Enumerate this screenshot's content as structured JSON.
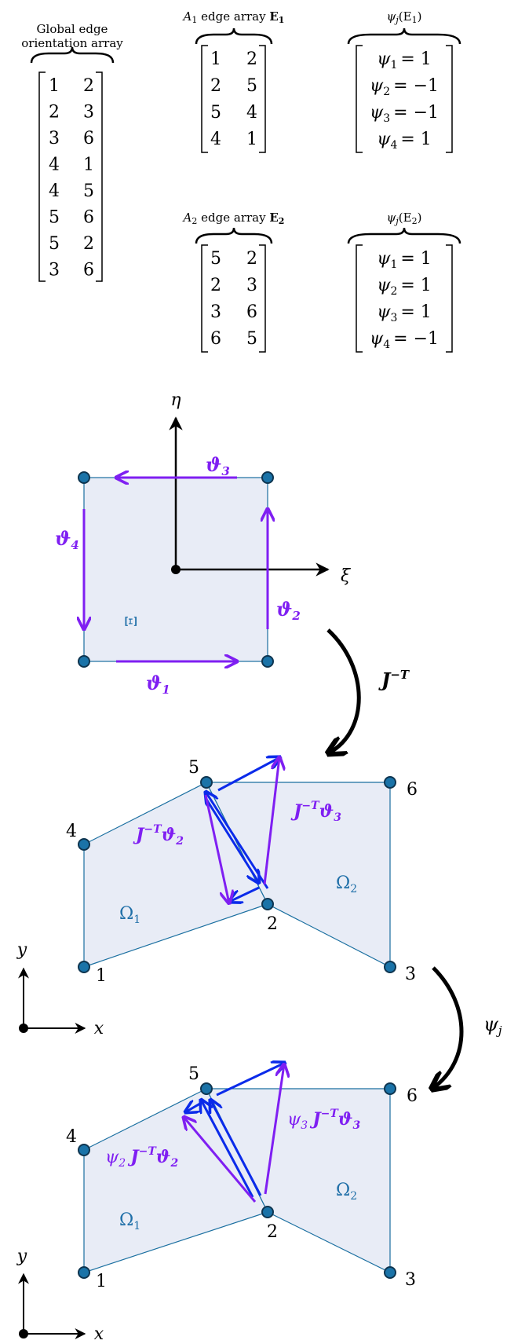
{
  "colors": {
    "violet": "#7f1ff2",
    "blue": "#0b2bea",
    "node": "#1a73a8",
    "node_stroke": "#0e3550",
    "edge": "#1a6fa0",
    "fill": "#e8ecf6",
    "label_blue": "#1f6fa8"
  },
  "top": {
    "global_header_1": "Global edge",
    "global_header_2": "orientation array",
    "global_rows": [
      [
        "1",
        "2"
      ],
      [
        "2",
        "3"
      ],
      [
        "3",
        "6"
      ],
      [
        "4",
        "1"
      ],
      [
        "4",
        "5"
      ],
      [
        "5",
        "6"
      ],
      [
        "5",
        "2"
      ],
      [
        "3",
        "6"
      ]
    ],
    "e1_header_pre": "A",
    "e1_header_sub": "1",
    "e1_header_mid": " edge array ",
    "e1_header_bold": "E",
    "e1_header_boldsub": "1",
    "e1_rows": [
      [
        "1",
        "2"
      ],
      [
        "2",
        "5"
      ],
      [
        "5",
        "4"
      ],
      [
        "4",
        "1"
      ]
    ],
    "e2_header_pre": "A",
    "e2_header_sub": "2",
    "e2_header_mid": " edge array ",
    "e2_header_bold": "E",
    "e2_header_boldsub": "2",
    "e2_rows": [
      [
        "5",
        "2"
      ],
      [
        "2",
        "3"
      ],
      [
        "3",
        "6"
      ],
      [
        "6",
        "5"
      ]
    ],
    "psi1_header_sym": "ψ",
    "psi1_header_sub": "j",
    "psi1_header_arg": "(E",
    "psi1_header_argsub": "1",
    "psi1_header_close": ")",
    "psi1_rows": [
      [
        "1",
        "= 1"
      ],
      [
        "2",
        "= −1"
      ],
      [
        "3",
        "= −1"
      ],
      [
        "4",
        "= 1"
      ]
    ],
    "psi2_header_sym": "ψ",
    "psi2_header_sub": "j",
    "psi2_header_arg": "(E",
    "psi2_header_argsub": "2",
    "psi2_header_close": ")",
    "psi2_rows": [
      [
        "1",
        "= 1"
      ],
      [
        "2",
        "= 1"
      ],
      [
        "3",
        "= 1"
      ],
      [
        "4",
        "= −1"
      ]
    ]
  },
  "reference": {
    "eta": "η",
    "xi": "ξ",
    "Xi": "Ξ",
    "theta1_sym": "ϑ",
    "theta1_sub": "1",
    "theta2_sym": "ϑ",
    "theta2_sub": "2",
    "theta3_sym": "ϑ",
    "theta3_sub": "3",
    "theta4_sym": "ϑ",
    "theta4_sub": "4"
  },
  "map1": {
    "J": "J",
    "sup": "−T"
  },
  "map2": {
    "psi": "ψ",
    "sub": "j"
  },
  "physical1": {
    "nodes": [
      "1",
      "2",
      "3",
      "4",
      "5",
      "6"
    ],
    "omega1": "Ω",
    "omega1_sub": "1",
    "omega2": "Ω",
    "omega2_sub": "2",
    "lbl_a_J": "J",
    "lbl_a_sup": "−T",
    "lbl_a_theta": "ϑ",
    "lbl_a_sub": "2",
    "lbl_b_J": "J",
    "lbl_b_sup": "−T",
    "lbl_b_theta": "ϑ",
    "lbl_b_sub": "3",
    "y": "y",
    "x": "x"
  },
  "physical2": {
    "nodes": [
      "1",
      "2",
      "3",
      "4",
      "5",
      "6"
    ],
    "omega1": "Ω",
    "omega1_sub": "1",
    "omega2": "Ω",
    "omega2_sub": "2",
    "lbl_a_psi": "ψ",
    "lbl_a_psisub": "2",
    "lbl_a_J": "J",
    "lbl_a_sup": "−T",
    "lbl_a_theta": "ϑ",
    "lbl_a_sub": "2",
    "lbl_b_psi": "ψ",
    "lbl_b_psisub": "3",
    "lbl_b_J": "J",
    "lbl_b_sup": "−T",
    "lbl_b_theta": "ϑ",
    "lbl_b_sub": "3",
    "y": "y",
    "x": "x"
  }
}
